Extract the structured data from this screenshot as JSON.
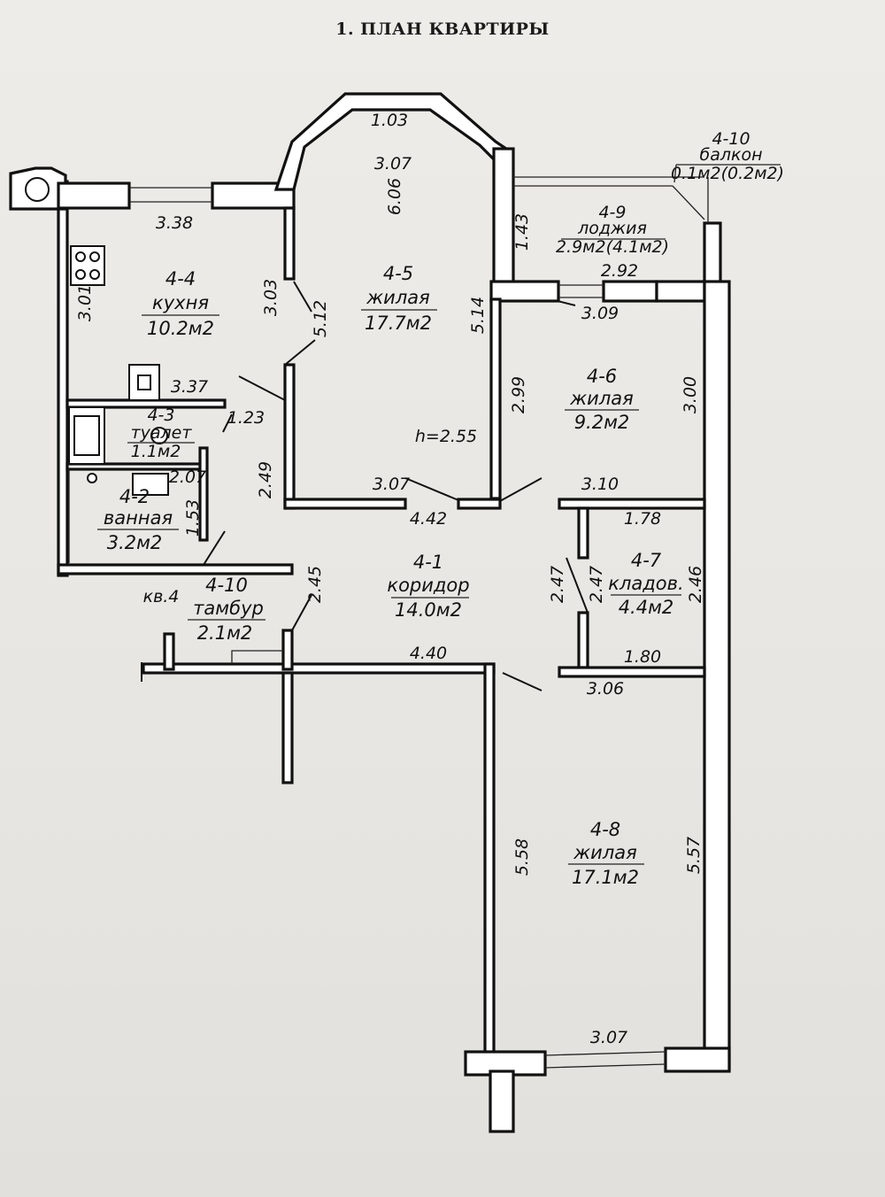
{
  "title": "1. ПЛАН КВАРТИРЫ",
  "ceiling_height": "h=2.55",
  "rooms": {
    "r44": {
      "num": "4-4",
      "name": "кухня",
      "area": "10.2м2"
    },
    "r45": {
      "num": "4-5",
      "name": "жилая",
      "area": "17.7м2"
    },
    "r46": {
      "num": "4-6",
      "name": "жилая",
      "area": "9.2м2"
    },
    "r49": {
      "num": "4-9",
      "name": "лоджия",
      "area": "2.9м2(4.1м2)"
    },
    "r410b": {
      "num": "4-10",
      "name": "балкон",
      "area": "0.1м2(0.2м2)"
    },
    "r43": {
      "num": "4-3",
      "name": "туалет",
      "area": "1.1м2"
    },
    "r42": {
      "num": "4-2",
      "name": "ванная",
      "area": "3.2м2"
    },
    "r41": {
      "num": "4-1",
      "name": "коридор",
      "area": "14.0м2"
    },
    "r47": {
      "num": "4-7",
      "name": "кладов.",
      "area": "4.4м2"
    },
    "r410t": {
      "num": "4-10",
      "name": "тамбур",
      "area": "2.1м2"
    },
    "r48": {
      "num": "4-8",
      "name": "жилая",
      "area": "17.1м2"
    }
  },
  "apartment_label": "кв.4",
  "dims": {
    "d103": "1.03",
    "d307a": "3.07",
    "d606": "6.06",
    "d338": "3.38",
    "d143": "1.43",
    "d301": "3.01",
    "d303": "3.03",
    "d512": "5.12",
    "d514": "5.14",
    "d292": "2.92",
    "d309": "3.09",
    "d337": "3.37",
    "d123": "1.23",
    "d299": "2.99",
    "d300": "3.00",
    "d207": "2.07",
    "d249": "2.49",
    "d307b": "3.07",
    "d310": "3.10",
    "d153": "1.53",
    "d442": "4.42",
    "d178": "1.78",
    "d247a": "2.47",
    "d247b": "2.47",
    "d246": "2.46",
    "d245": "2.45",
    "d440": "4.40",
    "d180": "1.80",
    "d306": "3.06",
    "d558": "5.58",
    "d557": "5.57",
    "d307c": "3.07"
  }
}
